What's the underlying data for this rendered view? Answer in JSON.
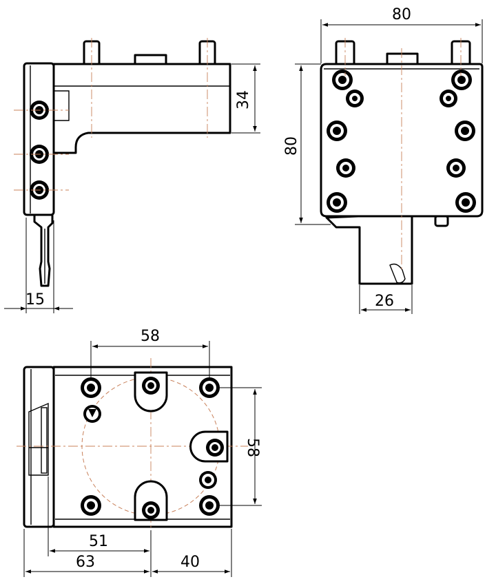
{
  "drawing": {
    "side_view": {
      "dimensions": {
        "height": "34",
        "tool_offset": "15"
      }
    },
    "front_view": {
      "dimensions": {
        "width": "80",
        "height": "80",
        "shank": "26"
      }
    },
    "top_view": {
      "dimensions": {
        "hole_spacing_x": "58",
        "hole_spacing_y": "58",
        "axis_offset": "51",
        "left_length": "63",
        "right_length": "40"
      }
    },
    "colors": {
      "outline": "#000000",
      "center_line": "#c8805a"
    }
  }
}
